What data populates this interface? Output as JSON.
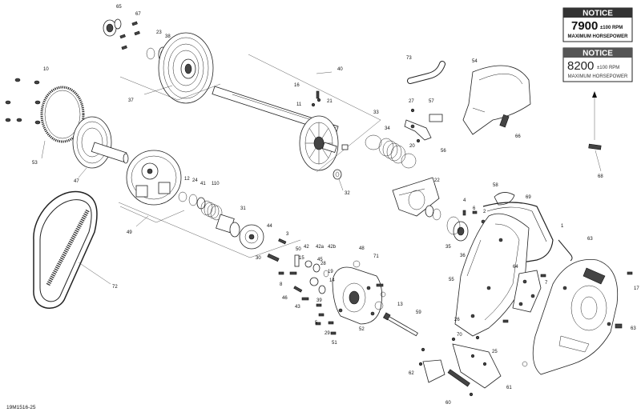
{
  "notices": [
    {
      "title": "NOTICE",
      "rpm": "7900",
      "tol": "±100 RPM",
      "sub": "MAXIMUM HORSEPOWER"
    },
    {
      "title": "NOTICE",
      "rpm": "8200",
      "tol": "±100 RPM",
      "sub": "MAXIMUM HORSEPOWER"
    }
  ],
  "reference_code": "19M1516-25",
  "callouts": [
    "65",
    "67",
    "23",
    "38",
    "10",
    "37",
    "53",
    "47",
    "49",
    "72",
    "40",
    "16",
    "21",
    "11",
    "12",
    "24",
    "41",
    "110",
    "31",
    "44",
    "3",
    "30",
    "8",
    "50",
    "42",
    "42a",
    "42b",
    "45",
    "15",
    "28",
    "19",
    "14",
    "46",
    "43",
    "39",
    "5",
    "29",
    "51",
    "48",
    "71",
    "52",
    "13",
    "59",
    "73",
    "54",
    "27",
    "57",
    "56",
    "20",
    "34",
    "33",
    "66",
    "22",
    "32",
    "6",
    "2",
    "4",
    "36",
    "35",
    "58",
    "69",
    "1",
    "55",
    "63",
    "64",
    "7",
    "26",
    "70",
    "25",
    "62",
    "60",
    "61",
    "17",
    "68"
  ]
}
